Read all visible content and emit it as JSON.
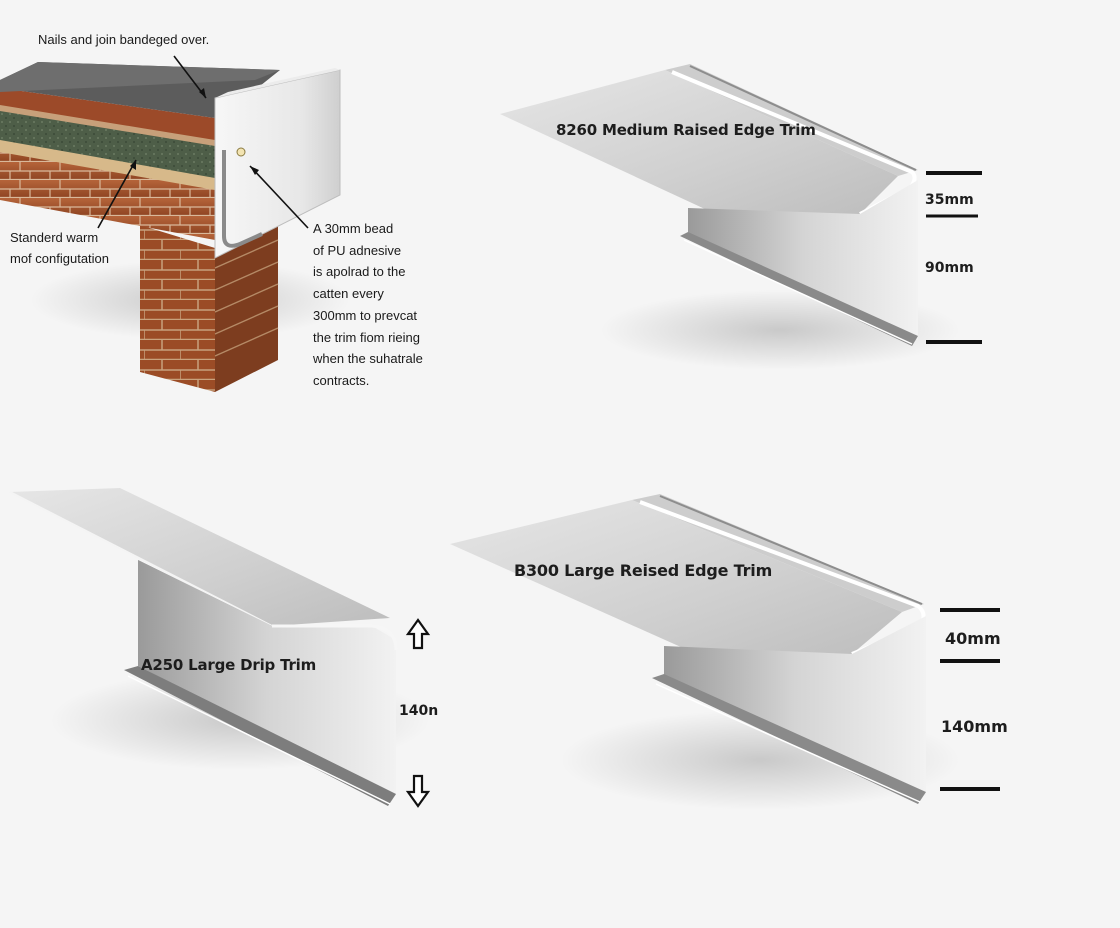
{
  "roof_detail": {
    "top_note": "Nails and join bandeged over.",
    "config_label": "Standerd warm\nmof configutation",
    "adhesive_note": "A 30mm bead\nof PU adnesive\nis apolrad to the\ncatten every\n300mm to prevcat\nthe trim fiom rieing\nwhen the suhatrale\ncontracts."
  },
  "trims": [
    {
      "title": "8260 Medium Raised Edge Trim",
      "dims": [
        "35mm",
        "90mm"
      ]
    },
    {
      "title": "A250 Large Drip Trim",
      "dims": [
        "140n"
      ]
    },
    {
      "title": "B300 Large Reised Edge Trim",
      "dims": [
        "40mm",
        "140mm"
      ]
    }
  ],
  "colors": {
    "background": "#f5f5f5",
    "brick": "#a9552b",
    "insulation": "#4a5a45",
    "membrane": "#5a5a5a",
    "aluminium": "#d8d8d8"
  }
}
